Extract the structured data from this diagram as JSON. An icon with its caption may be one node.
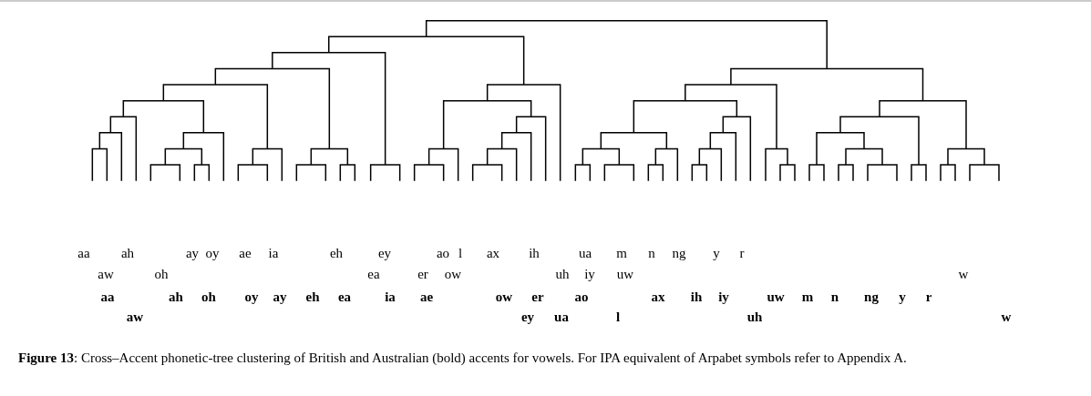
{
  "diagram": {
    "caption": "**Figure 13**: Cross–Accent phonetic-tree clustering of British and Australian (bold) accents for vowels. For IPA equivalent of Arpabet symbols refer to Appendix A.",
    "labels": [
      "aa",
      "ah",
      "ay",
      "oy",
      "ae",
      "ia",
      "eh",
      "ey",
      "ao",
      "l",
      "ax",
      "ih",
      "ua",
      "m",
      "n",
      "ng",
      "y",
      "r",
      "aw",
      "oh",
      "ea",
      "er",
      "ow",
      "uh",
      "iy",
      "uw",
      "w",
      "aa",
      "ah",
      "oh",
      "oy",
      "ay",
      "eh",
      "ea",
      "ia",
      "ae",
      "ow",
      "er",
      "ao",
      "ax",
      "ih",
      "iy",
      "uw",
      "m",
      "n",
      "ng",
      "y",
      "r",
      "aw",
      "ey",
      "ua",
      "l",
      "uh",
      "w"
    ]
  }
}
